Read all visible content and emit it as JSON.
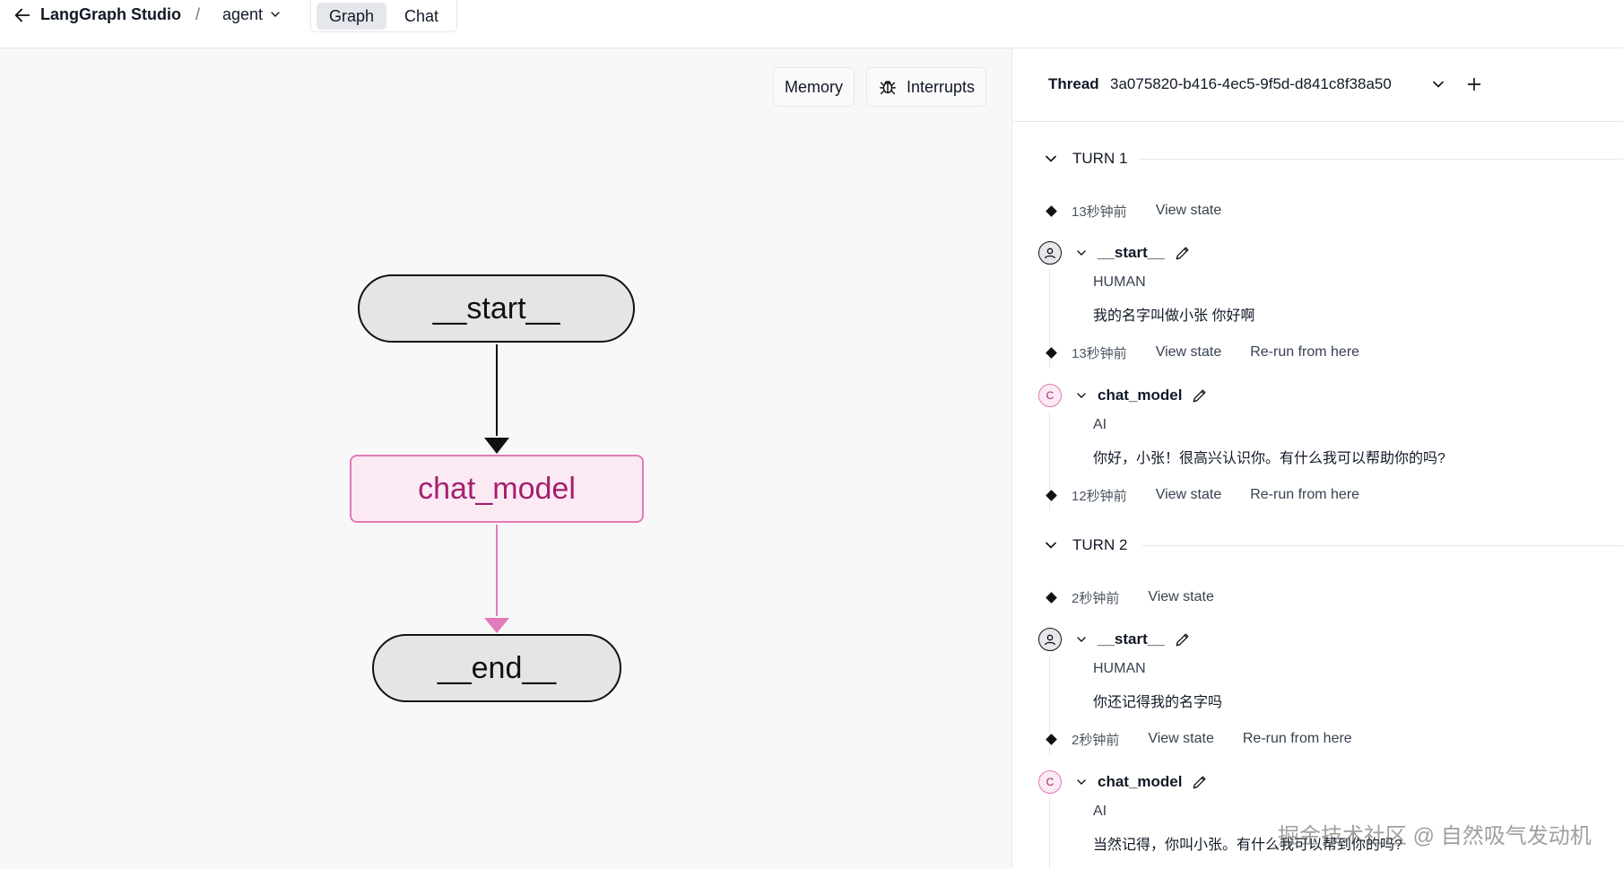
{
  "header": {
    "app_title": "LangGraph Studio",
    "separator": "/",
    "agent": "agent",
    "tabs": [
      {
        "label": "Graph",
        "active": true
      },
      {
        "label": "Chat",
        "active": false
      }
    ]
  },
  "graph": {
    "buttons": {
      "memory": "Memory",
      "interrupts": "Interrupts"
    },
    "nodes": {
      "start": "__start__",
      "chat_model": "chat_model",
      "end": "__end__"
    }
  },
  "thread": {
    "label": "Thread",
    "id": "3a075820-b416-4ec5-9f5d-d841c8f38a50"
  },
  "turns": [
    {
      "label": "TURN 1",
      "checkpoints": [
        {
          "time": "13秒钟前",
          "view": "View state"
        },
        {
          "time": "13秒钟前",
          "view": "View state",
          "rerun": "Re-run from here"
        },
        {
          "time": "12秒钟前",
          "view": "View state",
          "rerun": "Re-run from here"
        }
      ],
      "messages": [
        {
          "node": "__start__",
          "role": "HUMAN",
          "content": "我的名字叫做小张 你好啊",
          "avatar": ""
        },
        {
          "node": "chat_model",
          "role": "AI",
          "content": "你好，小张！很高兴认识你。有什么我可以帮助你的吗?",
          "avatar": "C"
        }
      ]
    },
    {
      "label": "TURN 2",
      "checkpoints": [
        {
          "time": "2秒钟前",
          "view": "View state"
        },
        {
          "time": "2秒钟前",
          "view": "View state",
          "rerun": "Re-run from here"
        }
      ],
      "messages": [
        {
          "node": "__start__",
          "role": "HUMAN",
          "content": "你还记得我的名字吗",
          "avatar": ""
        },
        {
          "node": "chat_model",
          "role": "AI",
          "content": "当然记得，你叫小张。有什么我可以帮到你的吗?",
          "avatar": "C"
        }
      ]
    }
  ],
  "watermark": "掘金技术社区 @ 自然吸气发动机",
  "colors": {
    "accent_pink": "#e27bb8",
    "node_text_pink": "#a3206e",
    "node_bg_gray": "#e5e5e7"
  }
}
